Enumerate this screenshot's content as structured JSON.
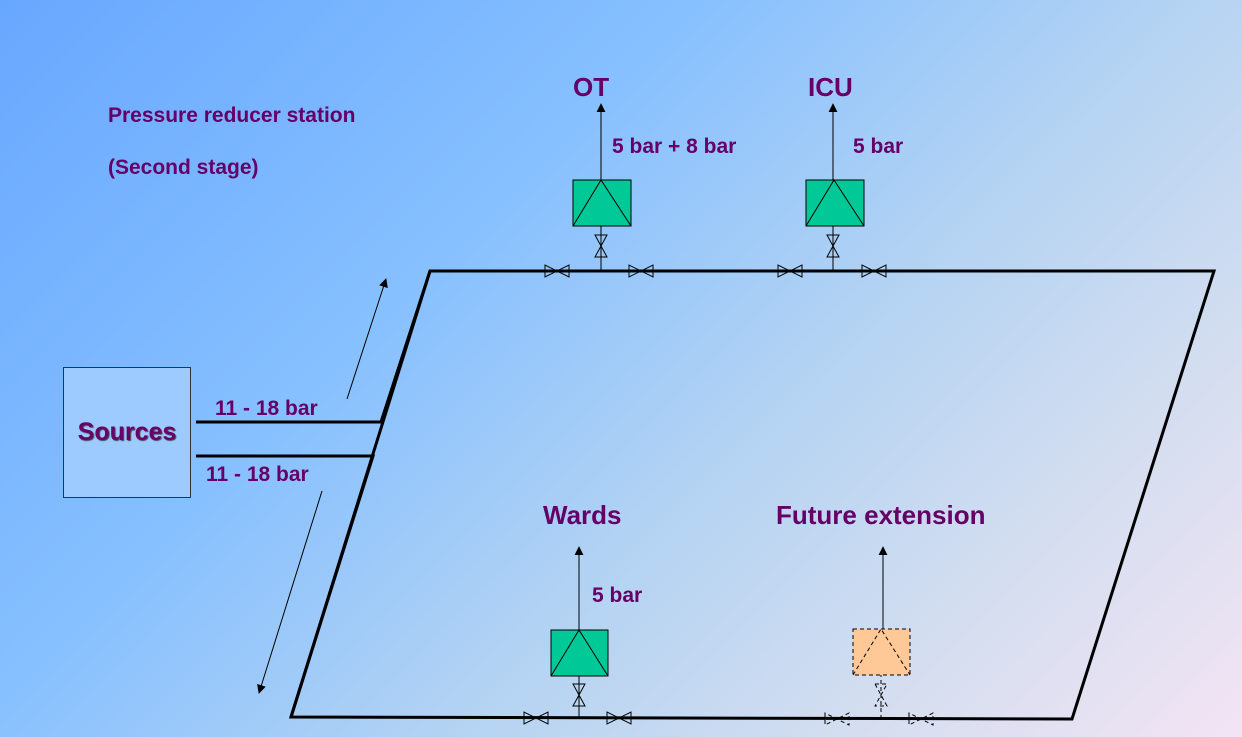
{
  "title_line1": "Pressure reducer station",
  "title_line2": "(Second stage)",
  "sources": {
    "label": "Sources"
  },
  "source_lines": {
    "upper_pressure": "11 - 18 bar",
    "lower_pressure": "11 - 18 bar"
  },
  "outlets": {
    "ot": {
      "label": "OT",
      "pressure": "5 bar + 8 bar",
      "color": "#00c896"
    },
    "icu": {
      "label": "ICU",
      "pressure": "5 bar",
      "color": "#00c896"
    },
    "wards": {
      "label": "Wards",
      "pressure": "5 bar",
      "color": "#00c896"
    },
    "future": {
      "label": "Future extension",
      "pressure": "",
      "color": "#ffc896",
      "planned": true
    }
  },
  "colors": {
    "text": "#660066",
    "line": "#000000"
  }
}
